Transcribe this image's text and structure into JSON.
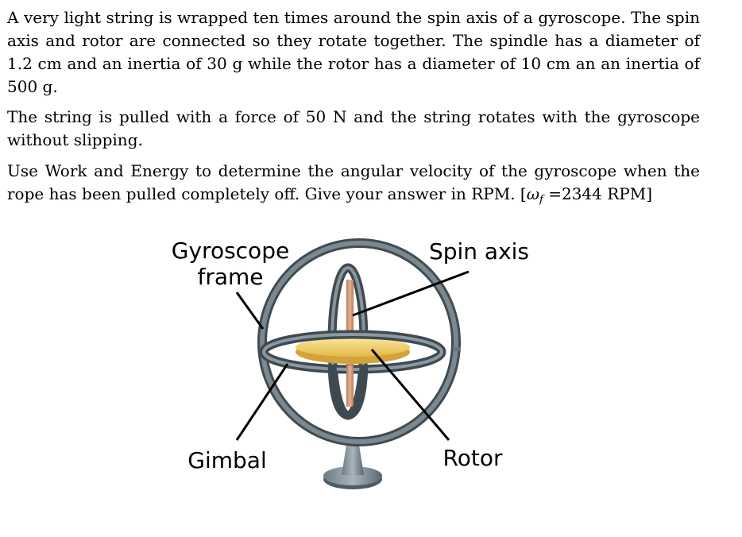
{
  "paragraphs": {
    "p1": "A very light string is wrapped ten times around the spin axis of a gyroscope. The spin axis and rotor are connected so they rotate together. The spindle has a diameter of 1.2 cm and an inertia of 30 g while the rotor has a diameter of 10 cm an an inertia of 500 g.",
    "p2": "The string is pulled with a force of 50 N and the string rotates with the gyroscope without slipping.",
    "p3_main": "Use Work and Energy to determine the angular velocity of the gyroscope when the rope has been pulled completely off. Give your answer in RPM.",
    "answer_open": "[",
    "answer_symbol": "ω",
    "answer_sub": "f",
    "answer_value": " =2344 RPM]"
  },
  "figure": {
    "labels": {
      "gyroscope_frame_line1": "Gyroscope",
      "gyroscope_frame_line2": "frame",
      "spin_axis": "Spin axis",
      "gimbal": "Gimbal",
      "rotor": "Rotor"
    },
    "colors": {
      "metal": "#5f6c74",
      "metal_light": "#9aa7af",
      "rotor_gold": "#f3d36b",
      "spindle_copper": "#d39a78"
    }
  }
}
